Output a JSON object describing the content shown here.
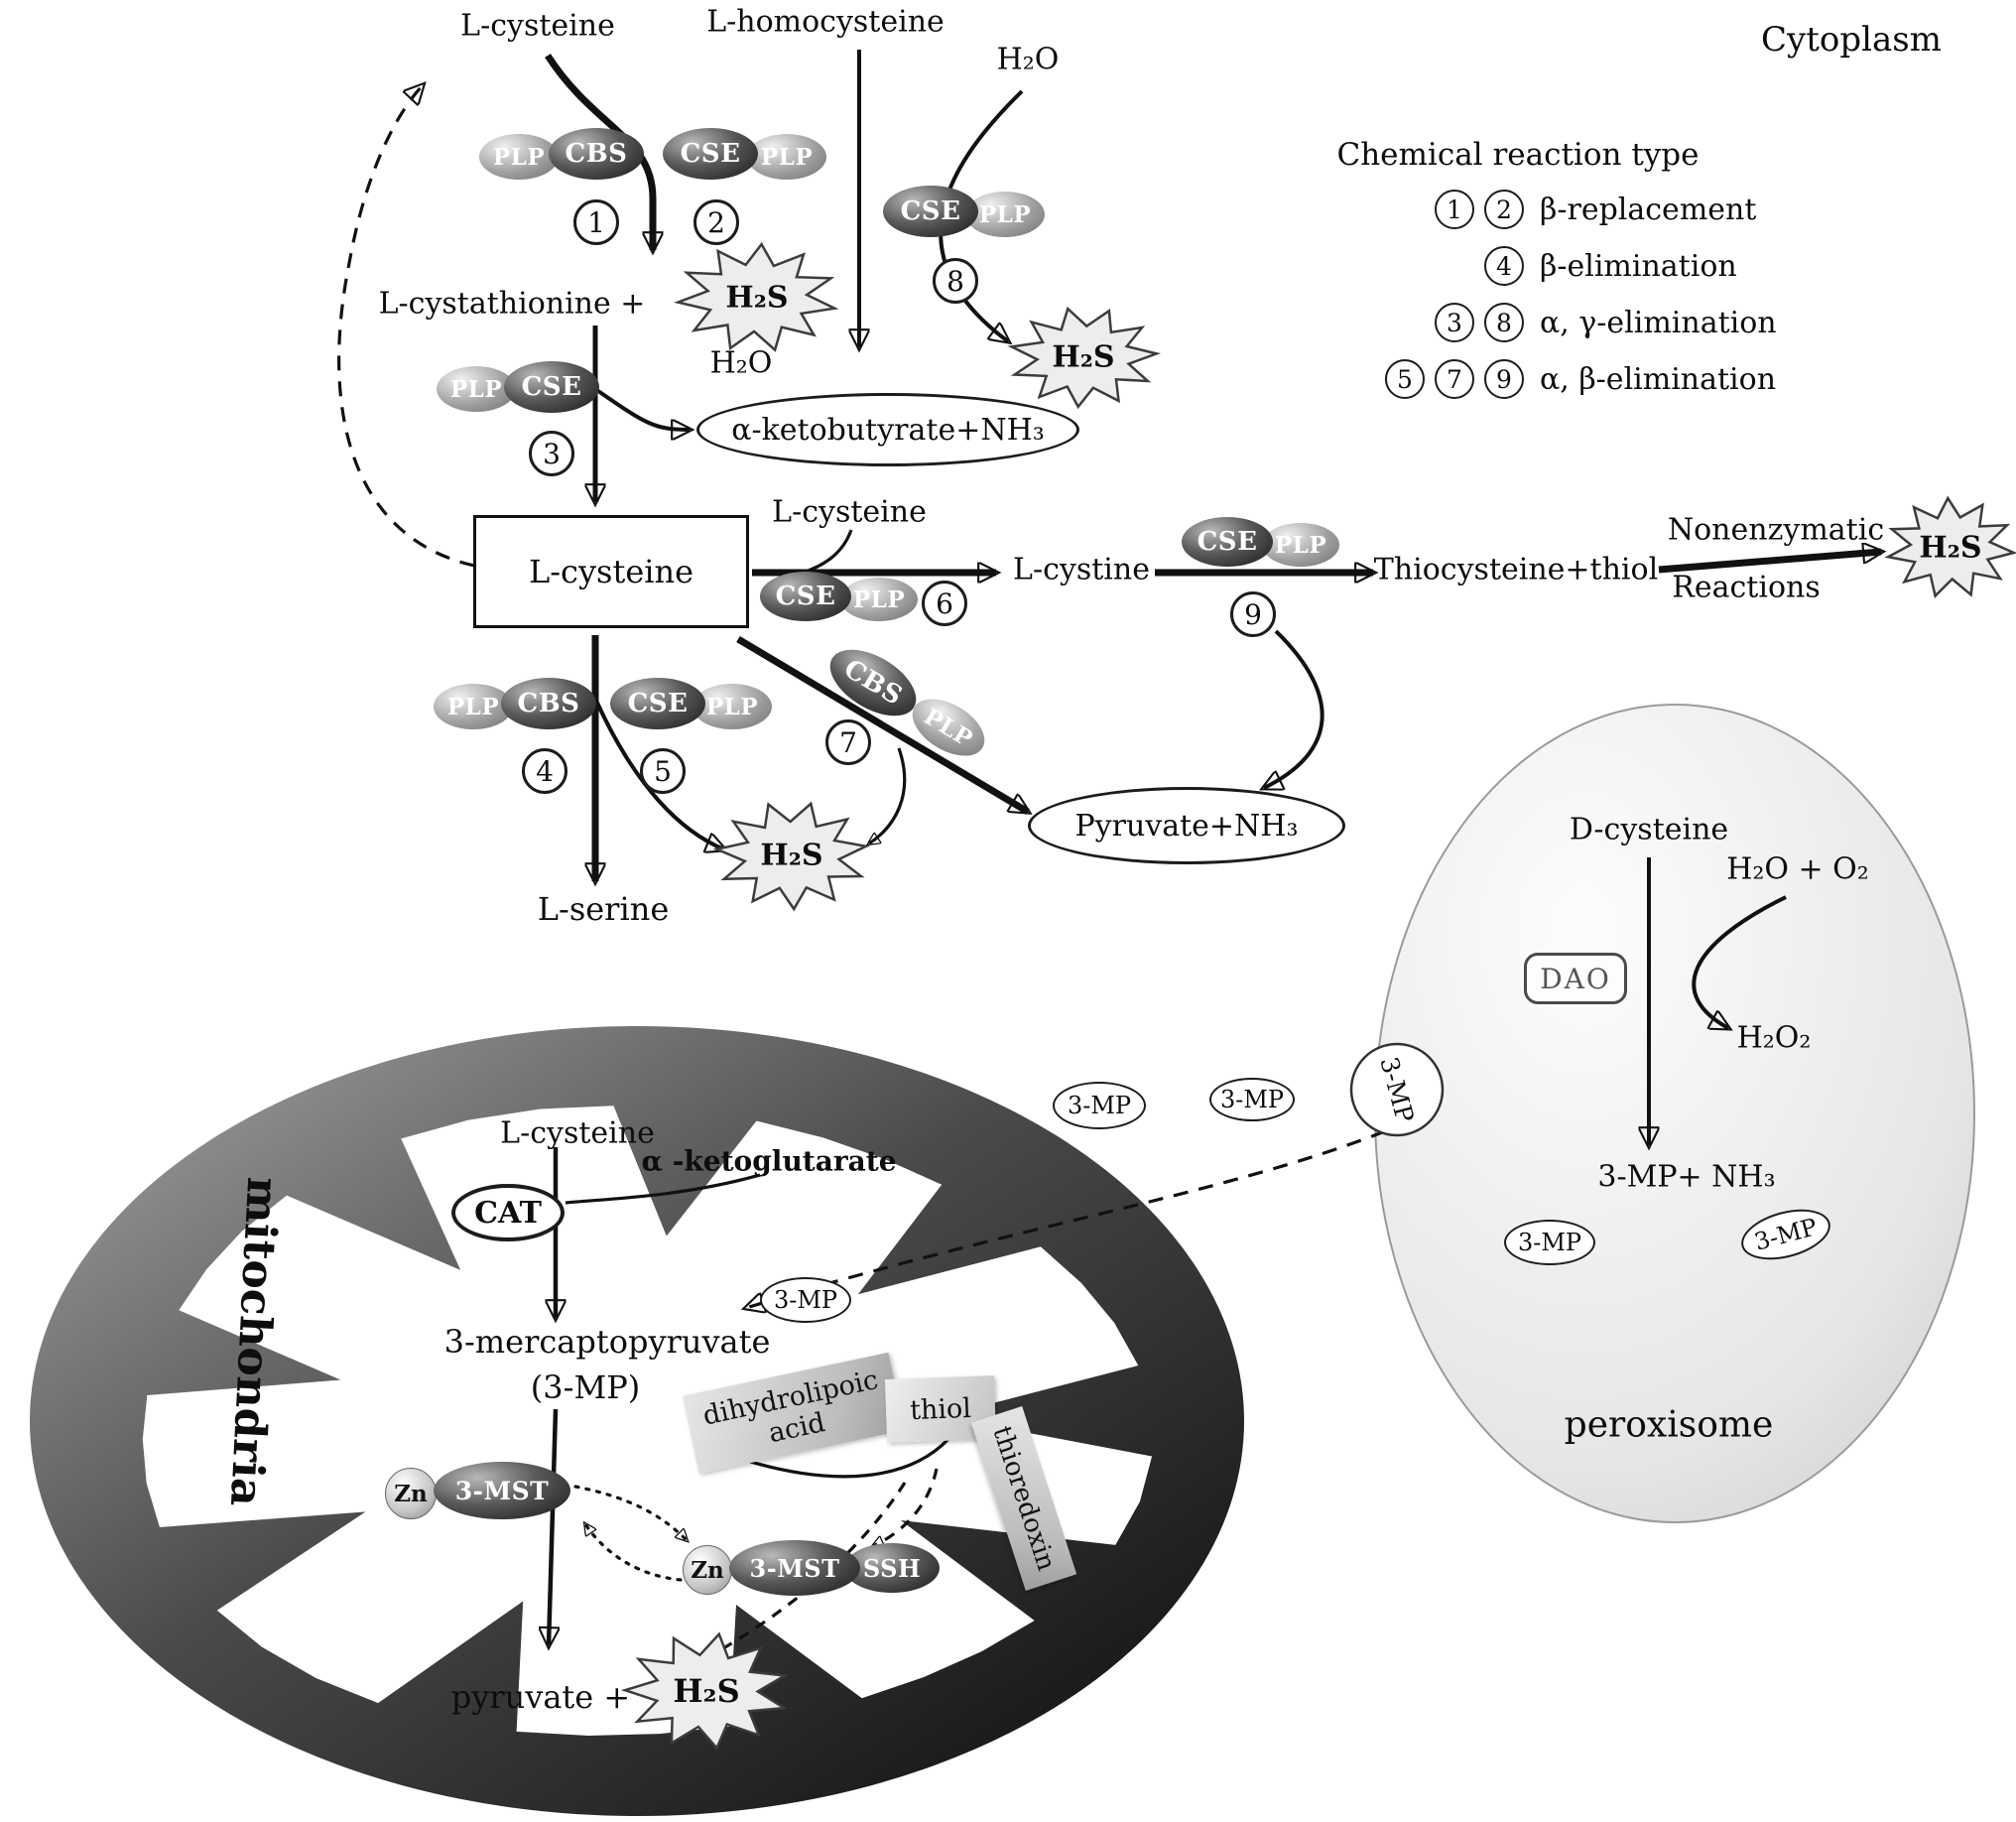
{
  "regions": {
    "cytoplasm": "Cytoplasm",
    "peroxisome": "peroxisome",
    "mitochondria": "mitochondria"
  },
  "molecules": {
    "l_cysteine": "L-cysteine",
    "l_homocysteine": "L-homocysteine",
    "h2o": "H₂O",
    "h2s": "H₂S",
    "l_cystathionine": "L-cystathionine +",
    "alpha_ketobutyrate": "α-ketobutyrate+NH₃",
    "l_cystine": "L-cystine",
    "thiocysteine": "Thiocysteine+thiol",
    "pyruvate_nh3": "Pyruvate+NH₃",
    "l_serine": "L-serine",
    "d_cysteine": "D-cysteine",
    "h2o_o2": "H₂O + O₂",
    "h2o2": "H₂O₂",
    "mp_nh3": "3-MP+ NH₃",
    "mp": "3-MP",
    "alpha_ketoglutarate": "α -ketoglutarate",
    "mercaptopyruvate_line1": "3-mercaptopyruvate",
    "mercaptopyruvate_line2": "(3-MP)",
    "pyruvate_plus": "pyruvate +",
    "dihydrolipoic_line1": "dihydrolipoic",
    "dihydrolipoic_line2": "acid",
    "thiol": "thiol",
    "thioredoxin": "thioredoxin"
  },
  "enzymes": {
    "plp": "PLP",
    "cbs": "CBS",
    "cse": "CSE",
    "cat": "CAT",
    "dao": "DAO",
    "mst": "3-MST",
    "ssh": "SSH",
    "zn": "Zn"
  },
  "steps": {
    "s1": "1",
    "s2": "2",
    "s3": "3",
    "s4": "4",
    "s5": "5",
    "s6": "6",
    "s7": "7",
    "s8": "8",
    "s9": "9"
  },
  "nonenzymatic": {
    "line1": "Nonenzymatic",
    "line2": "Reactions"
  },
  "legend": {
    "title": "Chemical reaction type",
    "rows": [
      {
        "nums": [
          "1",
          "2"
        ],
        "label": "β-replacement"
      },
      {
        "nums": [
          "4"
        ],
        "label": "β-elimination"
      },
      {
        "nums": [
          "3",
          "8"
        ],
        "label": "α, γ-elimination"
      },
      {
        "nums": [
          "5",
          "7",
          "9"
        ],
        "label": "α, β-elimination"
      }
    ]
  }
}
